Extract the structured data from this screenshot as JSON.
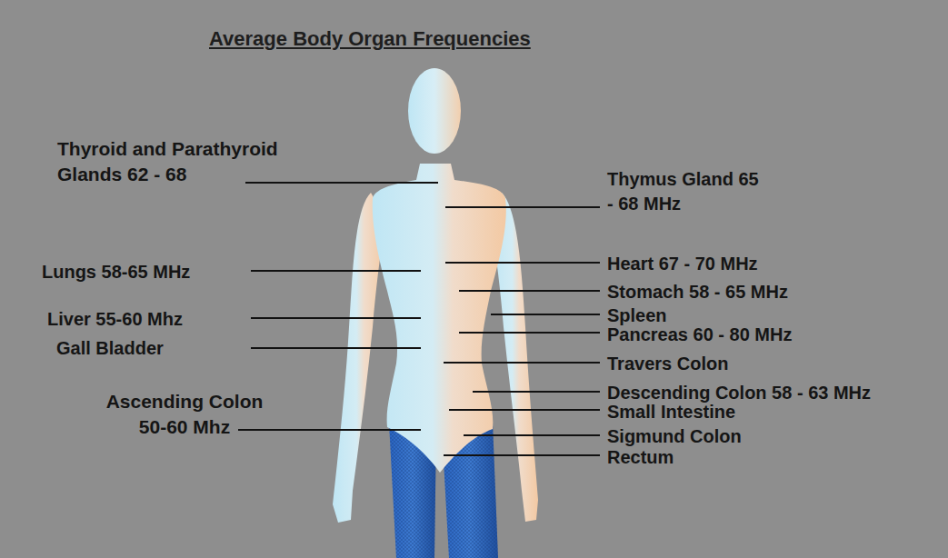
{
  "diagram": {
    "title": "Average Body Organ Frequencies",
    "labels": [
      "Thyroid and Parathyroid Glands 62 - 68",
      "Thymus Gland 65 - 68 MHz",
      "Lungs 58-65 MHz",
      "Heart 67 - 70 MHz",
      "Stomach 58 - 65 MHz",
      "Liver 55-60 Mhz",
      "Spleen",
      "Gall Bladder",
      "Pancreas 60 - 80 MHz",
      "Travers Colon",
      "Descending Colon 58 - 63 MHz",
      "Ascending Colon 50-60 Mhz",
      "Small Intestine",
      "Sigmund Colon",
      "Rectum"
    ]
  }
}
